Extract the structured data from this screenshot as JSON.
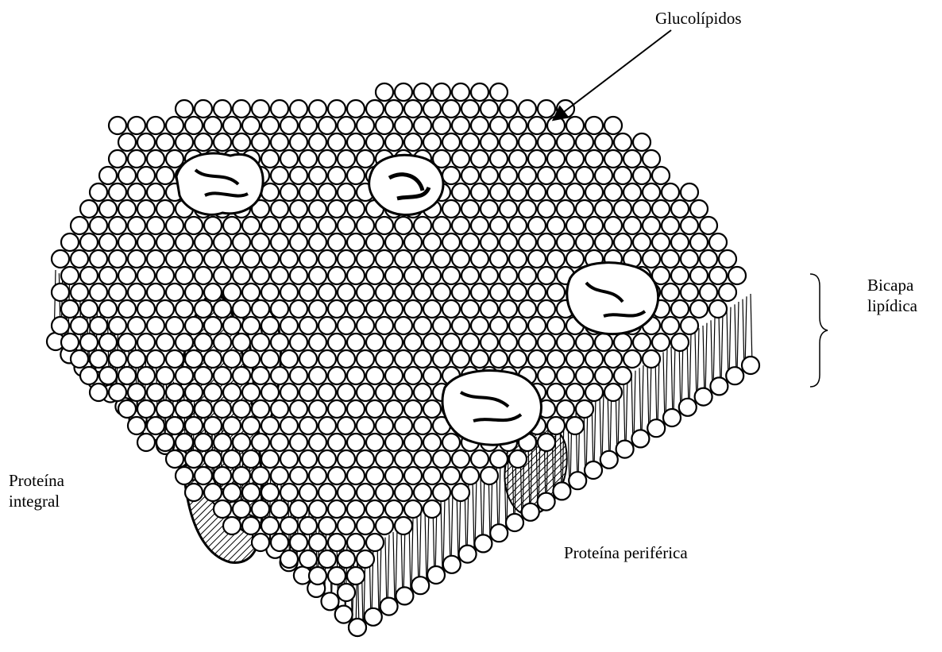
{
  "labels": {
    "glucolipidos": "Glucolípidos",
    "bicapa_line1": "Bicapa",
    "bicapa_line2": "lipídica",
    "integral_line1": "Proteína",
    "integral_line2": "integral",
    "periferica": "Proteína periférica"
  },
  "colors": {
    "ink": "#000000",
    "paper": "#ffffff"
  }
}
